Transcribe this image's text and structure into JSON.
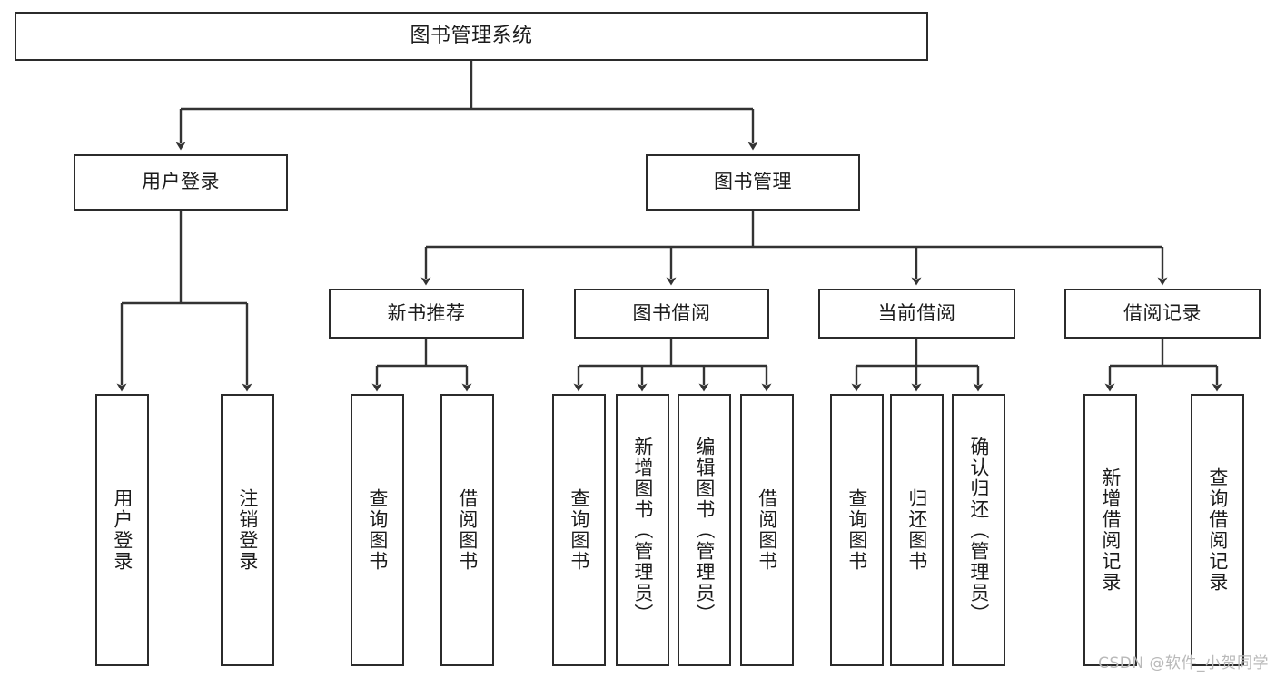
{
  "diagram": {
    "title": "图书管理系统",
    "type": "tree-hierarchy-chart",
    "watermark": "CSDN @软件_小贺同学",
    "colors": {
      "box_border": "#2b2b2b",
      "box_fill": "#ffffff",
      "connector": "#333333",
      "text": "#1b1b1b",
      "watermark": "#b9b9b9"
    }
  },
  "nodes": {
    "root": {
      "label": "图书管理系统"
    },
    "level1": [
      {
        "id": "user-login",
        "label": "用户登录"
      },
      {
        "id": "book-manage",
        "label": "图书管理"
      }
    ],
    "level2": [
      {
        "id": "new-book-recommend",
        "label": "新书推荐"
      },
      {
        "id": "book-borrow",
        "label": "图书借阅"
      },
      {
        "id": "current-borrow",
        "label": "当前借阅"
      },
      {
        "id": "borrow-record",
        "label": "借阅记录"
      }
    ],
    "leaves": {
      "user_login": [
        {
          "id": "leaf-user-login",
          "label": "用户登录"
        },
        {
          "id": "leaf-logout-login",
          "label": "注销登录"
        }
      ],
      "new_book_recommend": [
        {
          "id": "leaf-query-book-1",
          "label": "查询图书"
        },
        {
          "id": "leaf-borrow-book-1",
          "label": "借阅图书"
        }
      ],
      "book_borrow": [
        {
          "id": "leaf-query-book-2",
          "label": "查询图书"
        },
        {
          "id": "leaf-add-book-admin",
          "label": "新增图书（管理员）"
        },
        {
          "id": "leaf-edit-book-admin",
          "label": "编辑图书（管理员）"
        },
        {
          "id": "leaf-borrow-book-2",
          "label": "借阅图书"
        }
      ],
      "current_borrow": [
        {
          "id": "leaf-query-book-3",
          "label": "查询图书"
        },
        {
          "id": "leaf-return-book",
          "label": "归还图书"
        },
        {
          "id": "leaf-confirm-return-admin",
          "label": "确认归还（管理员）"
        }
      ],
      "borrow_record": [
        {
          "id": "leaf-add-borrow-record",
          "label": "新增借阅记录"
        },
        {
          "id": "leaf-query-borrow-record",
          "label": "查询借阅记录"
        }
      ]
    }
  }
}
